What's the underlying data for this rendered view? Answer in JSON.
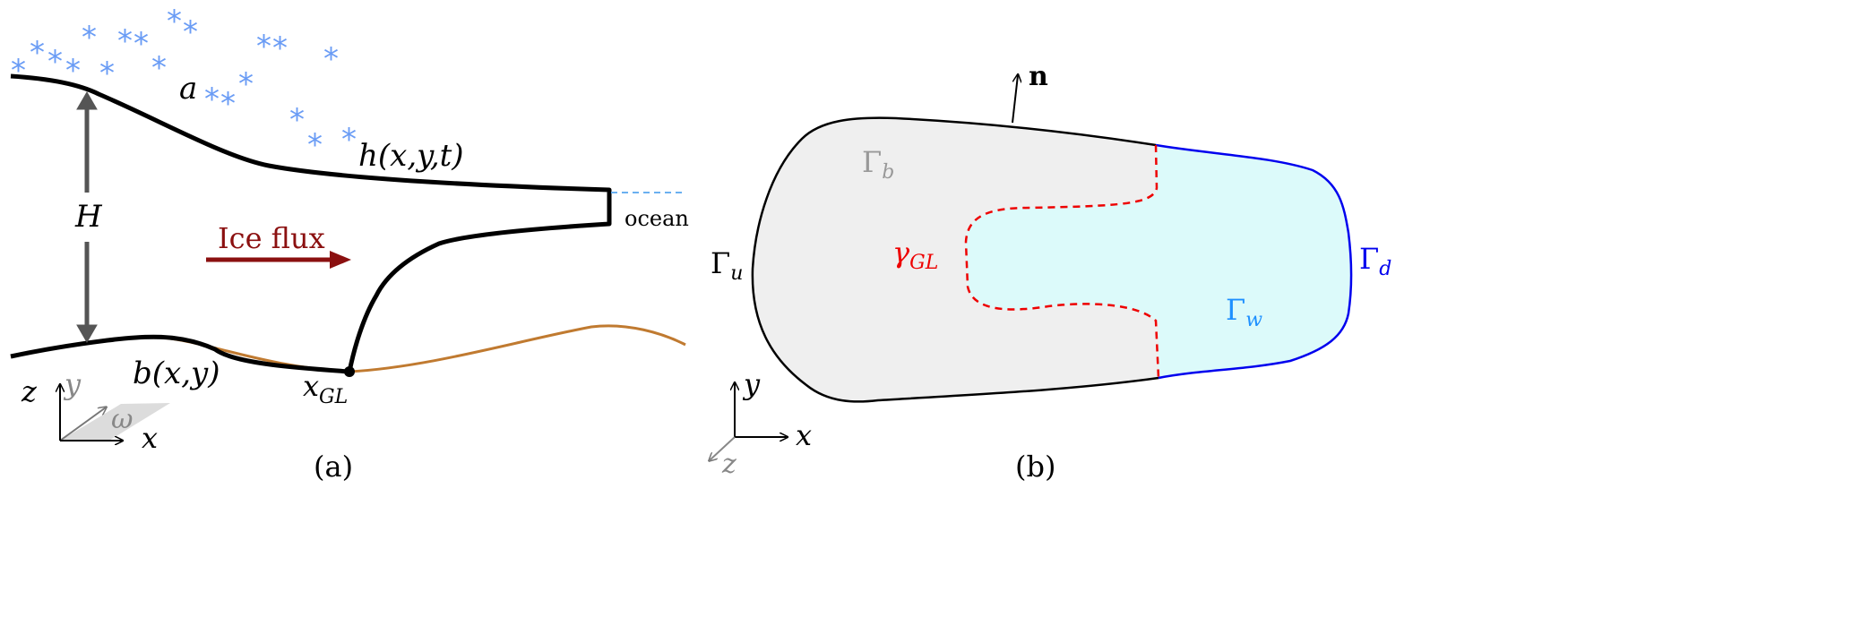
{
  "panel_a": {
    "caption": "(a)",
    "accumulation_label": "a",
    "surface_label": "h(x,y,t)",
    "thickness_label": "H",
    "flux_label": "Ice flux",
    "ocean_label": "ocean",
    "bed_label": "b(x,y)",
    "grounding_line_label": "x",
    "grounding_line_sub": "GL",
    "axis_z": "z",
    "axis_y": "y",
    "axis_x": "x",
    "domain_label": "ω",
    "snow_symbol": "*"
  },
  "panel_b": {
    "caption": "(b)",
    "normal_label": "n",
    "gamma_b": "Γ",
    "gamma_b_sub": "b",
    "gamma_u": "Γ",
    "gamma_u_sub": "u",
    "gamma_gl": "γ",
    "gamma_gl_sub": "GL",
    "gamma_d": "Γ",
    "gamma_d_sub": "d",
    "gamma_w": "Γ",
    "gamma_w_sub": "w",
    "axis_y": "y",
    "axis_x": "x",
    "axis_z": "z"
  },
  "colors": {
    "snow": "#6a9cf5",
    "flux": "#8b1010",
    "bed": "#c07a30",
    "grounded_fill": "#efefef",
    "floating_fill": "#dcfafa",
    "calving_front": "#0000ee",
    "grounding_line": "#ee0000",
    "gamma_w": "#1e90ff"
  }
}
